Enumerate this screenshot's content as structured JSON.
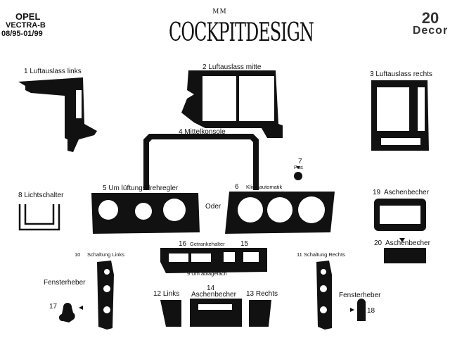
{
  "header": {
    "make": "OPEL",
    "model": "VECTRA-B",
    "years": "08/95-01/99",
    "brand_mark": "MM",
    "brand_name": "COCKPITDESIGN",
    "decor_number": "20",
    "decor_word": "Decor"
  },
  "parts": {
    "p1": "1 Luftauslass links",
    "p2": "2 Luftauslass mitte",
    "p3": "3 Luftauslass rechts",
    "p4": "4 Mittelkonsole",
    "p5": "5 Um lüftungsdrehregler",
    "p6": "6",
    "p6_name": "Klimaautomatik",
    "p7": "7",
    "p7_name": "Pos",
    "oder": "Oder",
    "p8": "8 Lichtschalter",
    "p9": "9 Um ablagefach",
    "p10": "10",
    "p10_name": "Schaltung  Links",
    "p11": "11",
    "p11_name": "Schaltung  Rechts",
    "p12": "12 Links",
    "p13": "13 Rechts",
    "p14": "14",
    "p14_name": "Aschenbecher",
    "p15": "15",
    "p16": "16",
    "p16_name": "Getrankehalter",
    "p17": "17",
    "p18": "18",
    "fenster_l": "Fensterheber",
    "fenster_r": "Fensterheber",
    "p19": "19",
    "p19_name": "Aschenbecher",
    "p20": "20",
    "p20_name": "Aschenbecher"
  },
  "colors": {
    "part_fill": "#111111",
    "background": "#ffffff"
  }
}
